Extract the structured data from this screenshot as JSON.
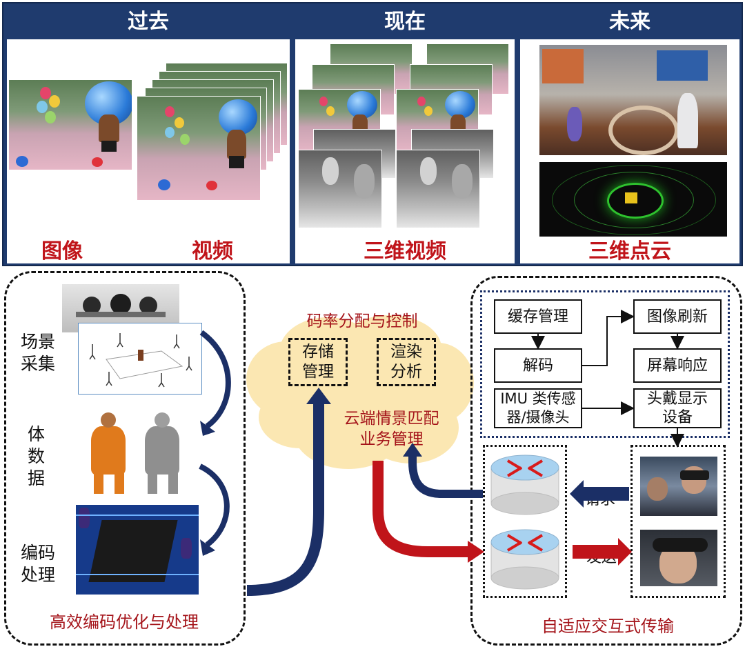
{
  "eras": {
    "past": {
      "title": "过去",
      "labels": [
        "图像",
        "视频"
      ]
    },
    "present": {
      "title": "现在",
      "label": "三维视频"
    },
    "future": {
      "title": "未来",
      "label": "三维点云"
    }
  },
  "left_panel": {
    "steps": [
      {
        "lines": [
          "场景",
          "采集"
        ]
      },
      {
        "lines": [
          "体",
          "数",
          "据"
        ]
      },
      {
        "lines": [
          "编码",
          "处理"
        ]
      }
    ],
    "caption": "高效编码优化与处理"
  },
  "center": {
    "title": "码率分配与控制",
    "storage": [
      "存储",
      "管理"
    ],
    "rendering": [
      "渲染",
      "分析"
    ],
    "cloud_lines": [
      "云端情景匹配",
      "业务管理"
    ]
  },
  "right_panel": {
    "boxes": {
      "cache": "缓存管理",
      "refresh": "图像刷新",
      "decode": "解码",
      "screen": "屏幕响应",
      "sensor": [
        "IMU 类传感",
        "器/摄像头"
      ],
      "hmd": [
        "头戴显示",
        "设备"
      ]
    },
    "request": "请求",
    "send": "发送",
    "caption": "自适应交互式传输"
  },
  "colors": {
    "banner_blue": "#1f3b6e",
    "label_red": "#c0141a",
    "arrow_navy": "#1b2f66",
    "arrow_red": "#c0141a",
    "cloud_yellow": "#fbe7b2"
  }
}
